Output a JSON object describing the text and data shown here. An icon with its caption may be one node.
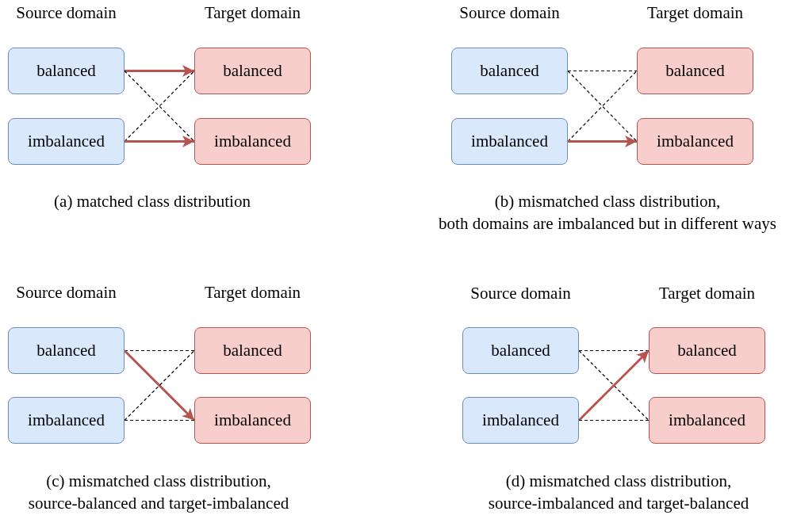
{
  "diagram": {
    "nodes": [
      {
        "text": [
          "balanced"
        ]
      },
      {
        "text": [
          "balanced"
        ]
      },
      {
        "text": [
          "imbalanced"
        ]
      },
      {
        "text": [
          "imbalanced"
        ]
      },
      {
        "text": [
          "balanced"
        ]
      },
      {
        "text": [
          "balanced"
        ]
      },
      {
        "text": [
          "imbalanced"
        ]
      },
      {
        "text": [
          "imbalanced"
        ]
      },
      {
        "text": [
          "balanced"
        ]
      },
      {
        "text": [
          "balanced"
        ]
      },
      {
        "text": [
          "imbalanced"
        ]
      },
      {
        "text": [
          "imbalanced"
        ]
      },
      {
        "text": [
          "balanced"
        ]
      },
      {
        "text": [
          "balanced"
        ]
      },
      {
        "text": [
          "imbalanced"
        ]
      },
      {
        "text": [
          "imbalanced"
        ]
      }
    ],
    "edges": [
      {
        "from": 0,
        "to": 1,
        "arrow": "to",
        "style": "thick",
        "color": "#b85450"
      },
      {
        "from": 0,
        "to": 3,
        "arrow": "none",
        "style": "dashed"
      },
      {
        "from": 2,
        "to": 1,
        "arrow": "none",
        "style": "dashed"
      },
      {
        "from": 2,
        "to": 3,
        "arrow": "to",
        "style": "thick",
        "color": "#b85450"
      },
      {
        "from": 4,
        "to": 5,
        "arrow": "none",
        "style": "dashed"
      },
      {
        "from": 4,
        "to": 7,
        "arrow": "none",
        "style": "dashed"
      },
      {
        "from": 6,
        "to": 5,
        "arrow": "none",
        "style": "dashed"
      },
      {
        "from": 6,
        "to": 7,
        "arrow": "to",
        "style": "thick",
        "color": "#b85450"
      },
      {
        "from": 8,
        "to": 9,
        "arrow": "none",
        "style": "dashed"
      },
      {
        "from": 8,
        "to": 11,
        "arrow": "to",
        "style": "thick",
        "color": "#b85450"
      },
      {
        "from": 10,
        "to": 9,
        "arrow": "none",
        "style": "dashed"
      },
      {
        "from": 10,
        "to": 11,
        "arrow": "none",
        "style": "dashed"
      },
      {
        "from": 12,
        "to": 13,
        "arrow": "none",
        "style": "dashed"
      },
      {
        "from": 12,
        "to": 15,
        "arrow": "none",
        "style": "dashed"
      },
      {
        "from": 14,
        "to": 13,
        "arrow": "to",
        "style": "thick",
        "color": "#b85450"
      },
      {
        "from": 14,
        "to": 15,
        "arrow": "none",
        "style": "dashed"
      }
    ],
    "labels": [
      "Source domain",
      "Target domain",
      "(a) matched class distribution",
      "Source domain",
      "Target domain",
      "(b) mismatched class distribution, both domains are imbalanced but in different ways",
      "Source domain",
      "Target domain",
      "(c) mismatched class distribution, source-balanced and target-imbalanced",
      "Source domain",
      "Target domain",
      "(d) mismatched class distribution, source-imbalanced and target-balanced"
    ]
  }
}
